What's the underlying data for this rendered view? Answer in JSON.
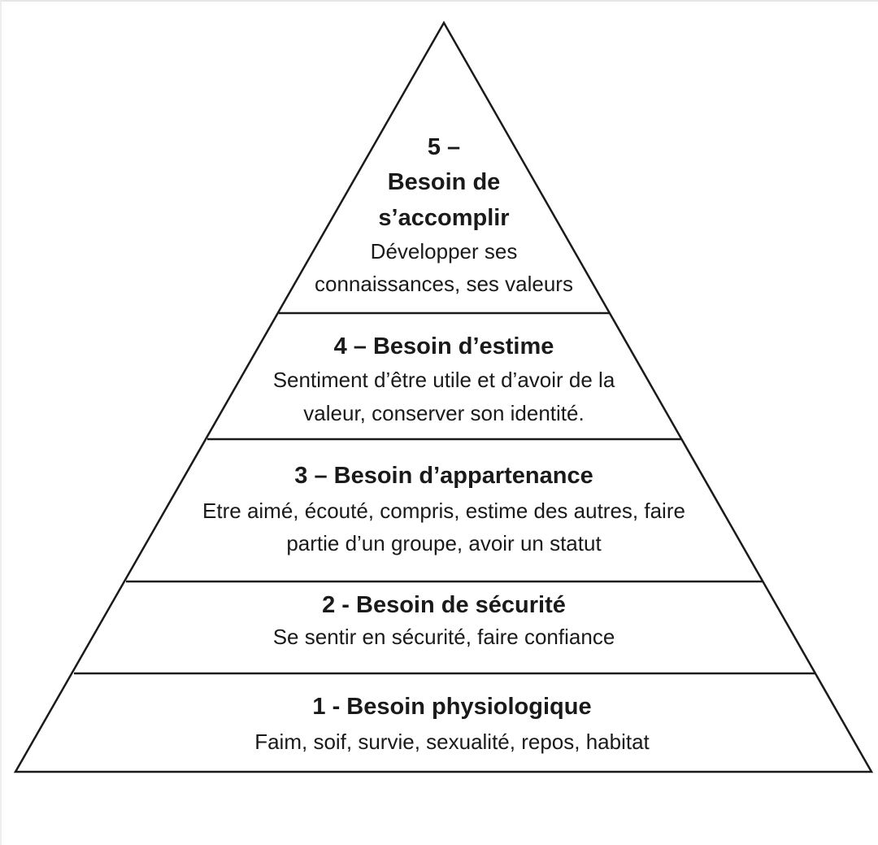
{
  "diagram": {
    "colors": {
      "stroke": "#1a1a1a",
      "fill": "#ffffff",
      "text": "#1a1a1a"
    },
    "levels": [
      {
        "number": 5,
        "title_lines": [
          "5 –",
          "Besoin de",
          "s’accomplir"
        ],
        "desc_lines": [
          "Développer ses",
          "connaissances, ses valeurs"
        ]
      },
      {
        "number": 4,
        "title_lines": [
          "4 – Besoin d’estime"
        ],
        "desc_lines": [
          "Sentiment d’être utile et d’avoir de la",
          "valeur, conserver son identité."
        ]
      },
      {
        "number": 3,
        "title_lines": [
          "3 – Besoin d’appartenance"
        ],
        "desc_lines": [
          "Etre aimé, écouté, compris, estime des autres, faire",
          "partie d’un groupe, avoir un statut"
        ]
      },
      {
        "number": 2,
        "title_lines": [
          "2 - Besoin de sécurité"
        ],
        "desc_lines": [
          "Se sentir en sécurité, faire confiance"
        ]
      },
      {
        "number": 1,
        "title_lines": [
          "1 - Besoin physiologique"
        ],
        "desc_lines": [
          "Faim, soif, survie, sexualité, repos, habitat"
        ]
      }
    ]
  }
}
